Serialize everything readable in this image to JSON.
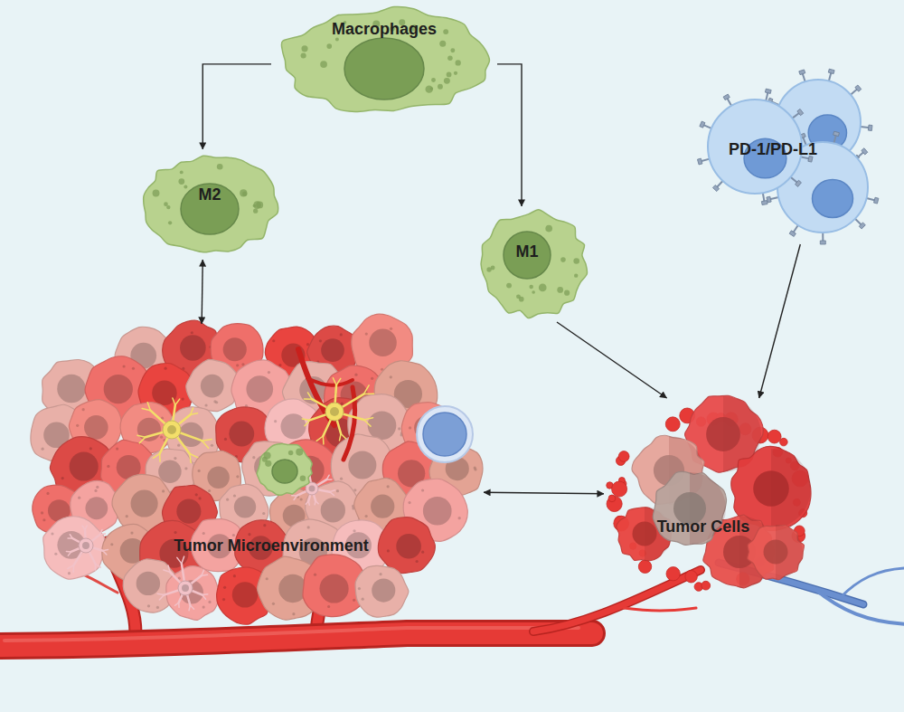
{
  "diagram": {
    "nodes": [
      {
        "text": [
          "Macrophages"
        ]
      },
      {
        "text": [
          "M2"
        ]
      },
      {
        "text": [
          "M1"
        ]
      },
      {
        "text": [
          "PD-1/PD-L1"
        ]
      },
      {
        "text": [
          "Tumor Microenvironment"
        ]
      },
      {
        "text": [
          "Tumor Cells"
        ]
      }
    ],
    "edges": [
      {
        "from": 0,
        "to": 1,
        "arrow": "to"
      },
      {
        "from": 0,
        "to": 2,
        "arrow": "to"
      },
      {
        "from": 1,
        "to": 4,
        "arrow": "both"
      },
      {
        "from": 2,
        "to": 5,
        "arrow": "to"
      },
      {
        "from": 3,
        "to": 5,
        "arrow": "to"
      },
      {
        "from": 4,
        "to": 5,
        "arrow": "both"
      }
    ]
  }
}
